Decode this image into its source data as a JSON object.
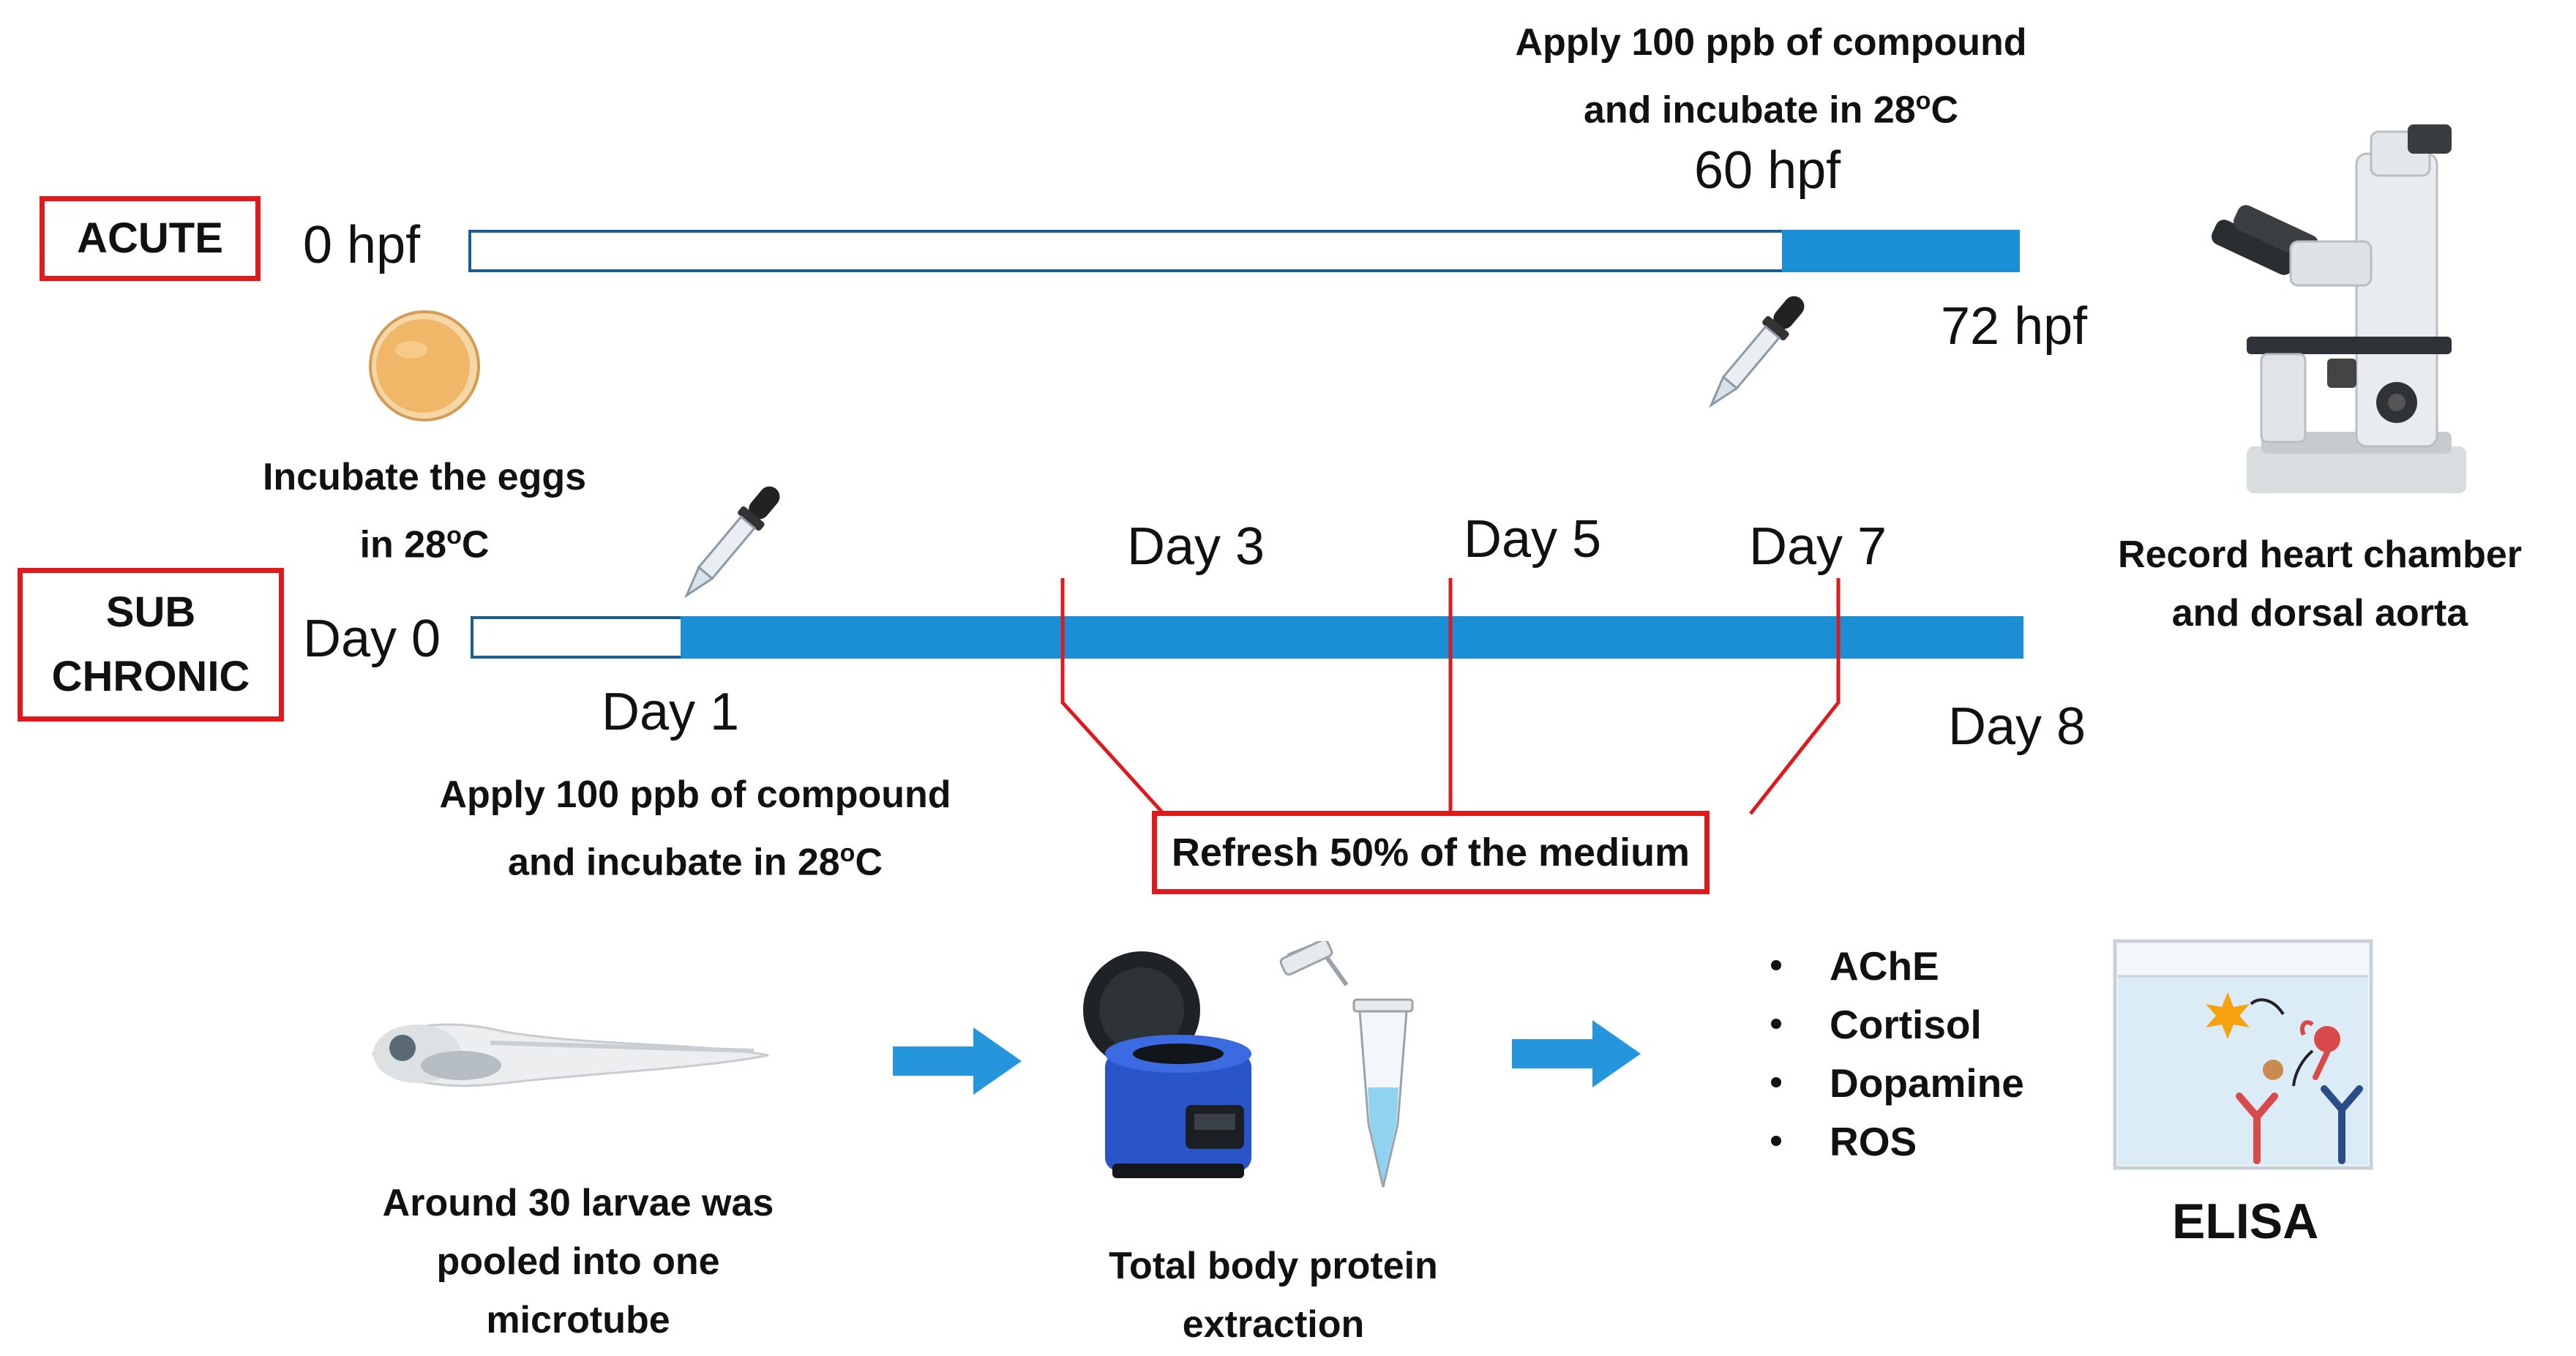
{
  "acute": {
    "box_label": "ACUTE",
    "start_label": "0 hpf",
    "apply_label_line1": "Apply 100 ppb of compound",
    "apply_label_line2_pre": "and incubate in 28",
    "apply_label_line2_sup": "o",
    "apply_label_line2_post": "C",
    "mark_label": "60 hpf",
    "end_label": "72 hpf",
    "exposure_start_fraction": 0.845
  },
  "eggs": {
    "caption_line1": "Incubate the eggs",
    "caption_line2_pre": "in 28",
    "caption_line2_sup": "o",
    "caption_line2_post": "C"
  },
  "subchronic": {
    "box_line1": "SUB",
    "box_line2": "CHRONIC",
    "start_label": "Day 0",
    "day1_label": "Day 1",
    "day3_label": "Day 3",
    "day5_label": "Day 5",
    "day7_label": "Day 7",
    "day8_label": "Day 8",
    "apply_line1": "Apply 100 ppb of compound",
    "apply_line2_pre": "and incubate in 28",
    "apply_line2_sup": "o",
    "apply_line2_post": "C",
    "refresh_label": "Refresh 50% of the medium",
    "exposure_start_fraction": 0.135
  },
  "microscope": {
    "caption_line1": "Record heart chamber",
    "caption_line2": "and dorsal aorta"
  },
  "workflow": {
    "larvae_line1": "Around 30 larvae was",
    "larvae_line2": "pooled into one",
    "larvae_line3": "microtube",
    "extraction_line1": "Total body protein",
    "extraction_line2": "extraction",
    "assays": [
      "AChE",
      "Cortisol",
      "Dopamine",
      "ROS"
    ],
    "elisa_label": "ELISA"
  },
  "colors": {
    "accent_blue": "#1a8fd6",
    "arrow_blue": "#2596dc",
    "frame_red": "#e0191c",
    "timeline_outline": "#1a5f8f"
  }
}
